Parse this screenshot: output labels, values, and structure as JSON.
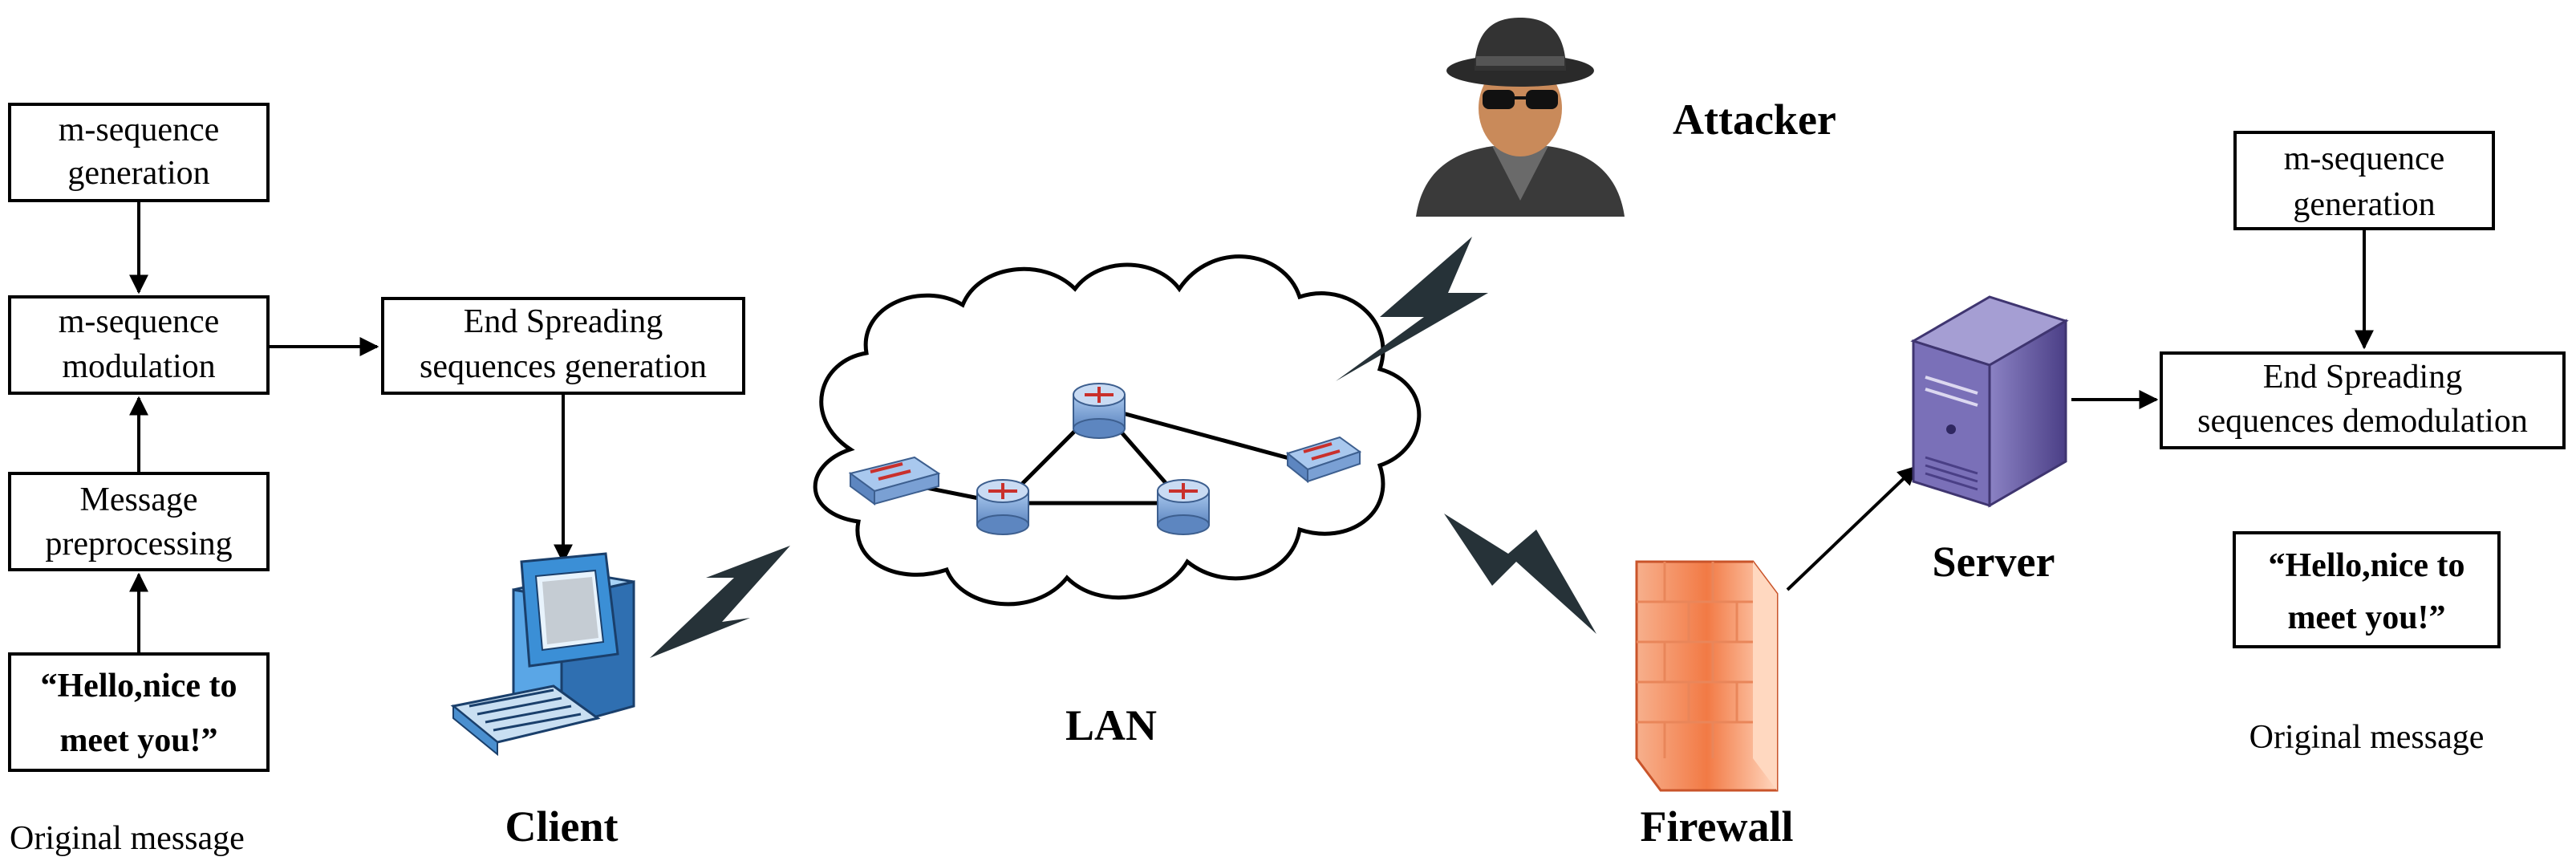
{
  "client_side": {
    "m_sequence_generation": [
      "m-sequence",
      "generation"
    ],
    "m_sequence_modulation": [
      "m-sequence",
      "modulation"
    ],
    "end_spreading_generation": [
      "End Spreading",
      "sequences generation"
    ],
    "message_preprocessing": [
      "Message",
      "preprocessing"
    ],
    "message": [
      "“Hello,nice to",
      "meet you!”"
    ],
    "original_message_label": "Original message",
    "client_label": "Client"
  },
  "network": {
    "lan_label": "LAN",
    "attacker_label": "Attacker",
    "firewall_label": "Firewall"
  },
  "server_side": {
    "server_label": "Server",
    "m_sequence_generation": [
      "m-sequence",
      "generation"
    ],
    "end_spreading_demodulation": [
      "End Spreading",
      "sequences demodulation"
    ],
    "message": [
      "“Hello,nice to",
      "meet you!”"
    ],
    "original_message_label": "Original message"
  },
  "colors": {
    "lightning": "#263238",
    "firewall": "#f0703a",
    "server": "#6b5fa0",
    "computer": "#3b8fd6",
    "router": "#7da8d8"
  }
}
